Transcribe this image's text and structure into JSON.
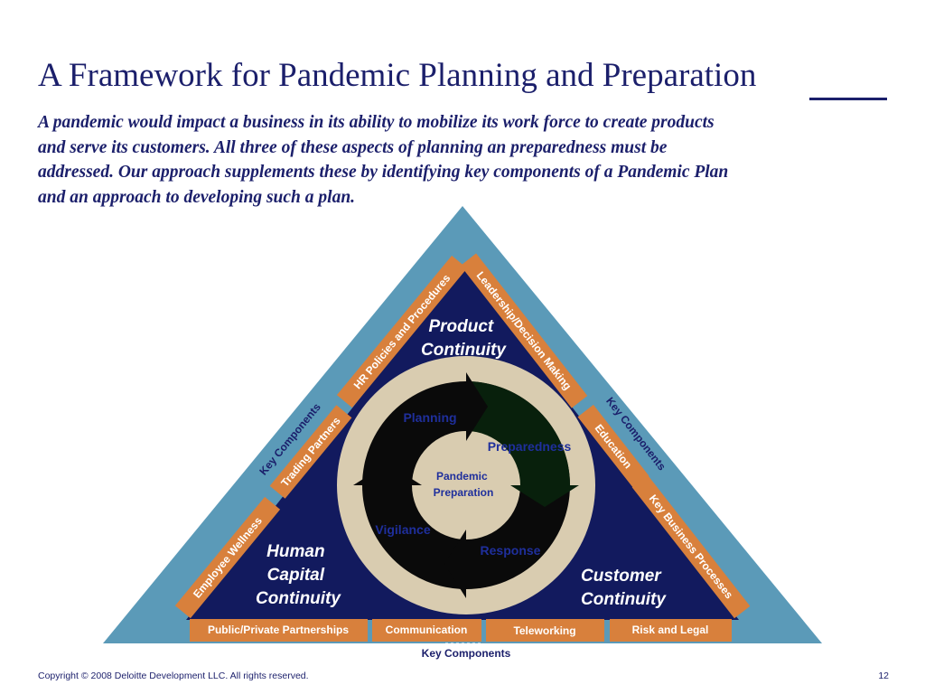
{
  "slide": {
    "title": "A Framework for Pandemic Planning and Preparation",
    "intro_lines": [
      "A pandemic would impact a business in its ability to mobilize its work force to create products",
      "and serve its customers.  All three of these aspects of planning an preparedness must be",
      "addressed.  Our approach supplements these by identifying key components of a Pandemic Plan",
      "and an approach to developing such a plan."
    ],
    "footer": {
      "copyright": "Copyright © 2008 Deloitte Development LLC. All rights reserved.",
      "page_number": "12"
    }
  },
  "diagram": {
    "colors": {
      "outer_triangle": "#5b9ab8",
      "inner_triangle": "#121a5e",
      "component_box": "#d8803c",
      "ring": "#d9ccb0",
      "cycle": "#0a0a0a",
      "cycle_green": "#08200c",
      "label_blue": "#1f2f9c",
      "text_navy": "#1b1f6b",
      "white": "#ffffff"
    },
    "continuity": {
      "product": [
        "Product",
        "Continuity"
      ],
      "human": [
        "Human",
        "Capital",
        "Continuity"
      ],
      "customer": [
        "Customer",
        "Continuity"
      ]
    },
    "center": [
      "Pandemic",
      "Preparation"
    ],
    "cycle_labels": {
      "planning": "Planning",
      "preparedness": "Preparedness",
      "response": "Response",
      "vigilance": "Vigilance"
    },
    "left_side": {
      "key_components": "Key Components",
      "items": [
        "Employee Wellness",
        "Trading Partners",
        "HR Policies and Procedures"
      ]
    },
    "right_side": {
      "key_components": "Key Components",
      "items": [
        "Leadership/Decision Making",
        "Education",
        "Key Business Processes"
      ]
    },
    "bottom_side": {
      "key_components": "Key Components",
      "items": [
        "Public/Private Partnerships",
        "Communication",
        "Teleworking",
        "Risk and Legal"
      ]
    }
  }
}
